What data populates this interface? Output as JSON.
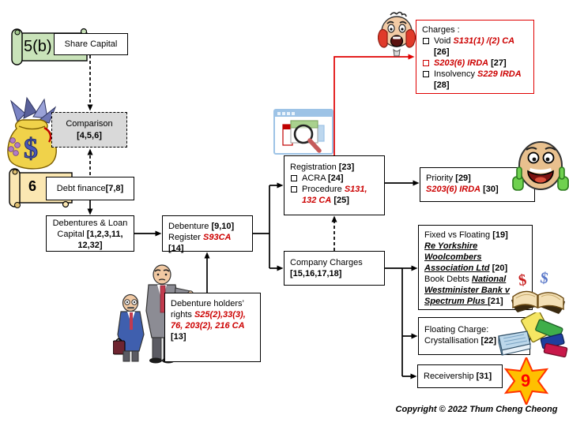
{
  "slide": {
    "copyright": "Copyright © 2022 Thum Cheng Cheong"
  },
  "badges": {
    "section": "5(b)",
    "chapter": "6",
    "star": "9"
  },
  "colors": {
    "statute_red": "#cc0000",
    "box_red": "#e00000",
    "comparison_gray": "#d9d9d9",
    "scroll_green": "#c9e3b9",
    "scroll_tan": "#fbe7b2",
    "star_orange": "#ffc000"
  },
  "nodes": {
    "share_capital": {
      "label": "Share Capital"
    },
    "comparison": {
      "title": "Comparison",
      "ref": "[4,5,6]"
    },
    "debt_finance": {
      "title": "Debt finance ",
      "ref": "[7,8]"
    },
    "debentures_loan_capital": {
      "title": "Debentures & Loan Capital ",
      "ref": "[1,2,3,11, 12,32]"
    },
    "debenture_register": {
      "line1_text": "Debenture ",
      "line1_ref": "[9,10]",
      "line2_text": "Register ",
      "line2_statute": "S93CA",
      "line2_ref": " [14]"
    },
    "debenture_holders": {
      "text": "Debenture holders’ rights ",
      "statute": "S25(2),33(3), 76, 203(2), 216 CA",
      "ref": " [13]"
    },
    "registration": {
      "title": "Registration ",
      "title_ref": "[23]",
      "item1_text": "ACRA ",
      "item1_ref": "[24]",
      "item2_text": "Procedure ",
      "item2_statute": "S131, 132 CA",
      "item2_ref": " [25]"
    },
    "company_charges": {
      "title": "Company Charges",
      "ref": "[15,16,17,18]"
    },
    "charges": {
      "title": "Charges :",
      "item1_text": "Void ",
      "item1_statute": "S131(1) /(2) CA",
      "item1_ref": " [26]",
      "item2_statute": "S203(6) IRDA",
      "item2_ref": " [27]",
      "item3_text": "Insolvency ",
      "item3_statute": "S229 IRDA",
      "item3_ref": " [28]"
    },
    "priority": {
      "title": "Priority ",
      "title_ref": "[29]",
      "statute": "S203(6) IRDA",
      "statute_ref": " [30]"
    },
    "fixed_vs_floating": {
      "title": "Fixed vs Floating ",
      "title_ref": "[19]",
      "case1": "Re Yorkshire Woolcombers Association Ltd",
      "case1_ref": " [20]",
      "item2_text": "Book Debts ",
      "case2": "National Westminister Bank v Spectrum Plus ",
      "case2_ref": " [21]"
    },
    "floating_charge": {
      "title": "Floating Charge: Crystallisation ",
      "ref": "[22]"
    },
    "receivership": {
      "title": "Receivership ",
      "ref": "[31]"
    }
  }
}
